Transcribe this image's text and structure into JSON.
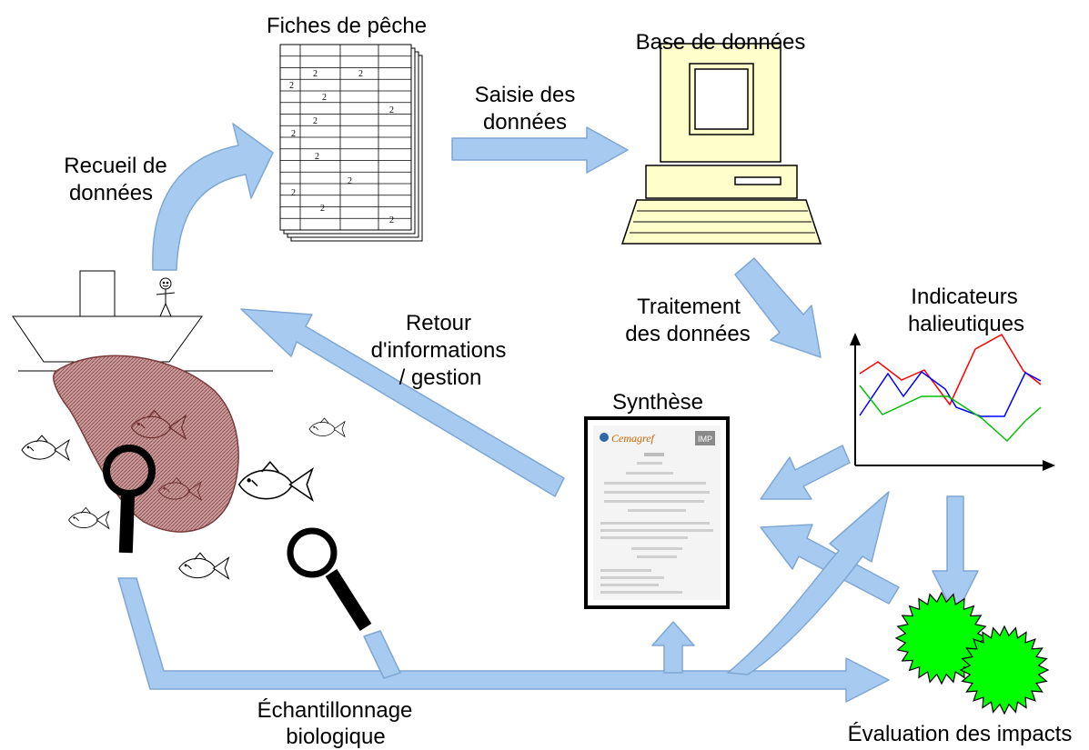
{
  "labels": {
    "fiches": "Fiches de pêche",
    "base": "Base de données",
    "saisie_line1": "Saisie des",
    "saisie_line2": "données",
    "recueil_line1": "Recueil de",
    "recueil_line2": "données",
    "traitement_line1": "Traitement",
    "traitement_line2": "des données",
    "indicateurs_line1": "Indicateurs",
    "indicateurs_line2": "halieutiques",
    "retour_line1": "Retour",
    "retour_line2": "d'informations",
    "retour_line3": "/ gestion",
    "synthese": "Synthèse",
    "echantillonnage_line1": "Échantillonnage",
    "echantillonnage_line2": "biologique",
    "evaluation": "Évaluation des impacts"
  },
  "form_marks": "2",
  "document": {
    "logo_text": "Cemagref",
    "badge_text": "IMP"
  },
  "colors": {
    "arrow_fill": "#a6caf0",
    "arrow_stroke": "#7fa7d4",
    "catch_fill": "#c48a8a",
    "burst_fill": "#00ff00",
    "series_red": "#ff0000",
    "series_blue": "#0000ff",
    "series_green": "#00c000"
  }
}
